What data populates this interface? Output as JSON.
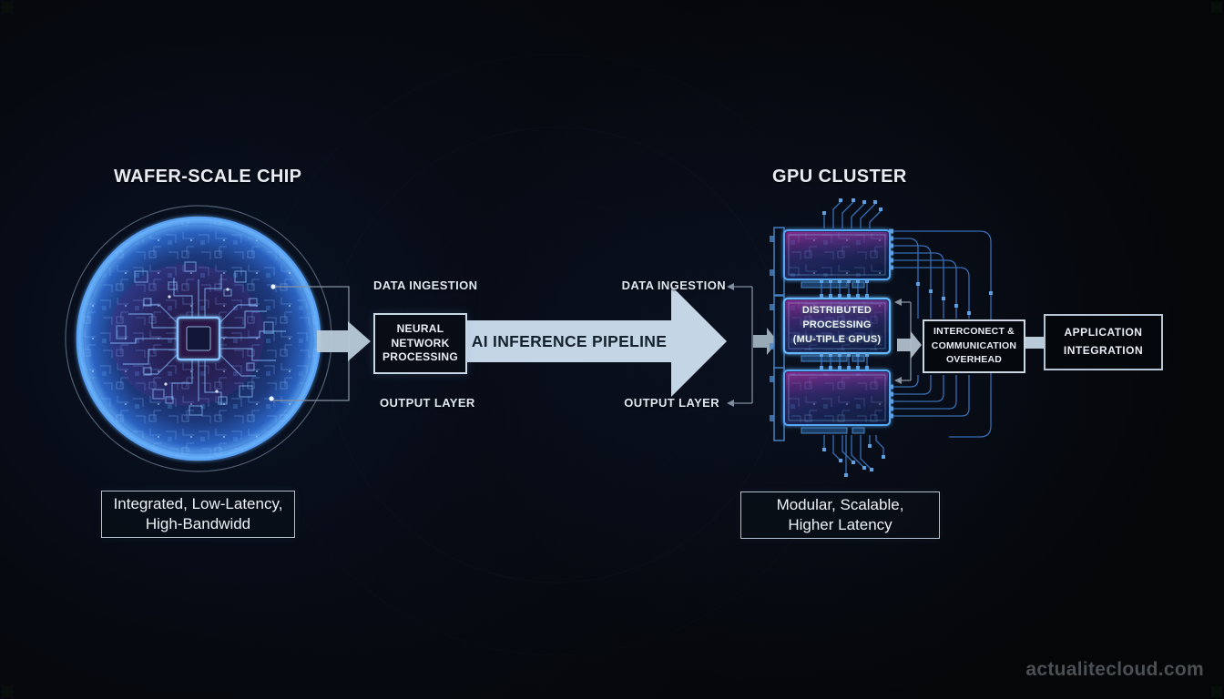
{
  "titles": {
    "left": "WAFER-SCALE CHIP",
    "right": "GPU CLUSTER"
  },
  "pipeline": {
    "data_ingestion_left": "DATA INGESTION",
    "data_ingestion_right": "DATA INGESTION",
    "output_layer_left": "OUTPUT LAYER",
    "output_layer_right": "OUTPUT LAYER",
    "neural_box": [
      "NEURAL",
      "NETWORK",
      "PROCESSING"
    ],
    "arrow_label": "AI INFERENCE PIPELINE"
  },
  "gpu": {
    "distributed_box": [
      "DISTRIBUTED",
      "PROCESSING",
      "(MU-TIPLE GPUS)"
    ],
    "interconnect_box": [
      "INTERCONECT &",
      "COMMUNICATION",
      "OVERHEAD"
    ],
    "application_box": [
      "APPLICATION",
      "INTEGRATION"
    ]
  },
  "captions": {
    "wafer": [
      "Integrated, Low-Latency,",
      "High-Bandwidd"
    ],
    "gpu": [
      "Modular, Scalable,",
      "Higher Latency"
    ]
  },
  "watermark": "actualitecloud.com",
  "colors": {
    "background": "#050608",
    "wafer_glow": "#5aa2f5",
    "card_glow": "#56aaf5",
    "trace": "#3f7fd0",
    "arrow_fill": "#c4d6e6",
    "arrow_text": "#15222e",
    "box_border": "#c9d8e6",
    "label_text": "#dfe8f1",
    "watermark_text": "#4b5055"
  }
}
